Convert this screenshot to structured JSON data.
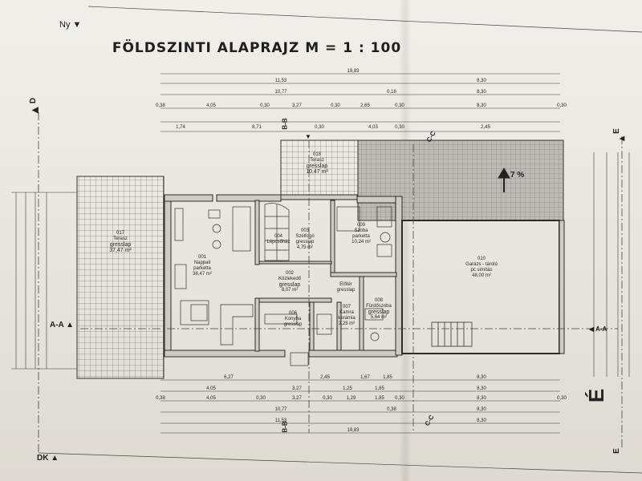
{
  "title": "FÖLDSZINTI ALAPRAJZ  M = 1 : 100",
  "north": "Ny",
  "corner_label": "DK",
  "slope_label": "7 %",
  "big_label": "É",
  "section_marks": {
    "d": "D",
    "bb": "B-B",
    "cc": "C-C",
    "e": "E",
    "aa_left": "A-A",
    "aa_right": "A-A"
  },
  "rooms": [
    {
      "num": "017",
      "name": "Terasz",
      "finish": "gresslap",
      "area": "37,47 m²"
    },
    {
      "num": "018",
      "name": "Terasz",
      "finish": "gresslap",
      "area": "10,47 m²"
    },
    {
      "num": "001",
      "name": "Nappali",
      "finish": "parketta",
      "area": "38,47 m²"
    },
    {
      "num": "002",
      "name": "Közlekedő",
      "finish": "gresslap",
      "area": "8,07 m²"
    },
    {
      "num": "003",
      "name": "Szélfogó",
      "finish": "gresslap",
      "area": "4,75 m²"
    },
    {
      "num": "004",
      "name": "Lépcsőház",
      "finish": "",
      "area": ""
    },
    {
      "num": "009",
      "name": "Szoba",
      "finish": "parketta",
      "area": "10,24 m²"
    },
    {
      "num": "010",
      "name": "Garázs - tároló",
      "finish": "pc simítás",
      "area": "48,00 m²"
    },
    {
      "num": "006",
      "name": "Konyha",
      "finish": "gresslap",
      "area": ""
    },
    {
      "num": "007",
      "name": "Kamra",
      "finish": "kerámia",
      "area": "2,23 m²"
    },
    {
      "num": "008",
      "name": "Fürdőszoba",
      "finish": "gresslap",
      "area": "5,64 m²"
    },
    {
      "num": "",
      "name": "Előtér",
      "finish": "gresslap",
      "area": ""
    }
  ],
  "dims_top": [
    [
      "19,83"
    ],
    [
      "11,53",
      "8,30"
    ],
    [
      "10,77",
      "0,18",
      "8,30"
    ],
    [
      "0,38",
      "4,05",
      "0,30",
      "3,27",
      "0,30",
      "2,65",
      "0,30",
      "8,30",
      "0,30"
    ],
    [
      "1,74",
      "8,71",
      "0,30",
      "4,03",
      "0,30",
      "2,45"
    ]
  ],
  "dims_bottom": [
    [
      "6,27",
      "2,45",
      "1,67",
      "1,85",
      "8,30"
    ],
    [
      "4,05",
      "3,27",
      "1,25",
      "1,85",
      "8,30"
    ],
    [
      "0,38",
      "4,05",
      "0,30",
      "3,27",
      "0,30",
      "1,29",
      "1,85",
      "0,30",
      "8,30",
      "0,30"
    ],
    [
      "10,77",
      "0,38",
      "8,30"
    ],
    [
      "11,53",
      "8,30"
    ],
    [
      "19,83"
    ]
  ]
}
